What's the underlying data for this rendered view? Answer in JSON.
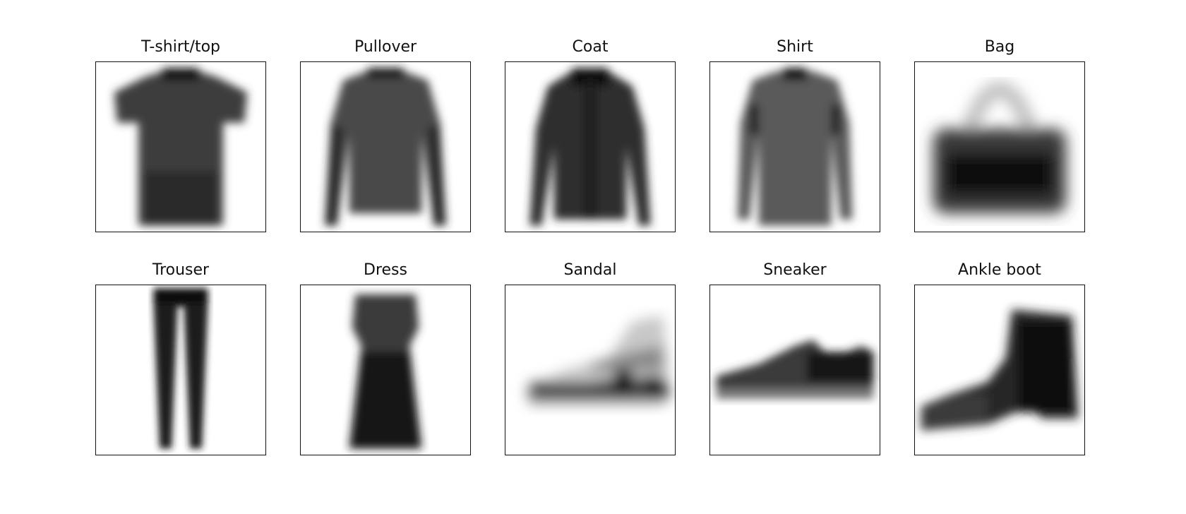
{
  "figure": {
    "panels": [
      {
        "key": "tshirt",
        "label": "T-shirt/top",
        "shape": "tshirt-silhouette"
      },
      {
        "key": "pullover",
        "label": "Pullover",
        "shape": "pullover-silhouette"
      },
      {
        "key": "coat",
        "label": "Coat",
        "shape": "coat-silhouette"
      },
      {
        "key": "shirt",
        "label": "Shirt",
        "shape": "shirt-silhouette"
      },
      {
        "key": "bag",
        "label": "Bag",
        "shape": "bag-silhouette"
      },
      {
        "key": "trouser",
        "label": "Trouser",
        "shape": "trouser-silhouette"
      },
      {
        "key": "dress",
        "label": "Dress",
        "shape": "dress-silhouette"
      },
      {
        "key": "sandal",
        "label": "Sandal",
        "shape": "sandal-silhouette"
      },
      {
        "key": "sneaker",
        "label": "Sneaker",
        "shape": "sneaker-silhouette"
      },
      {
        "key": "boot",
        "label": "Ankle boot",
        "shape": "boot-silhouette"
      }
    ],
    "colors": {
      "ink": "#111111",
      "background": "#ffffff"
    }
  }
}
